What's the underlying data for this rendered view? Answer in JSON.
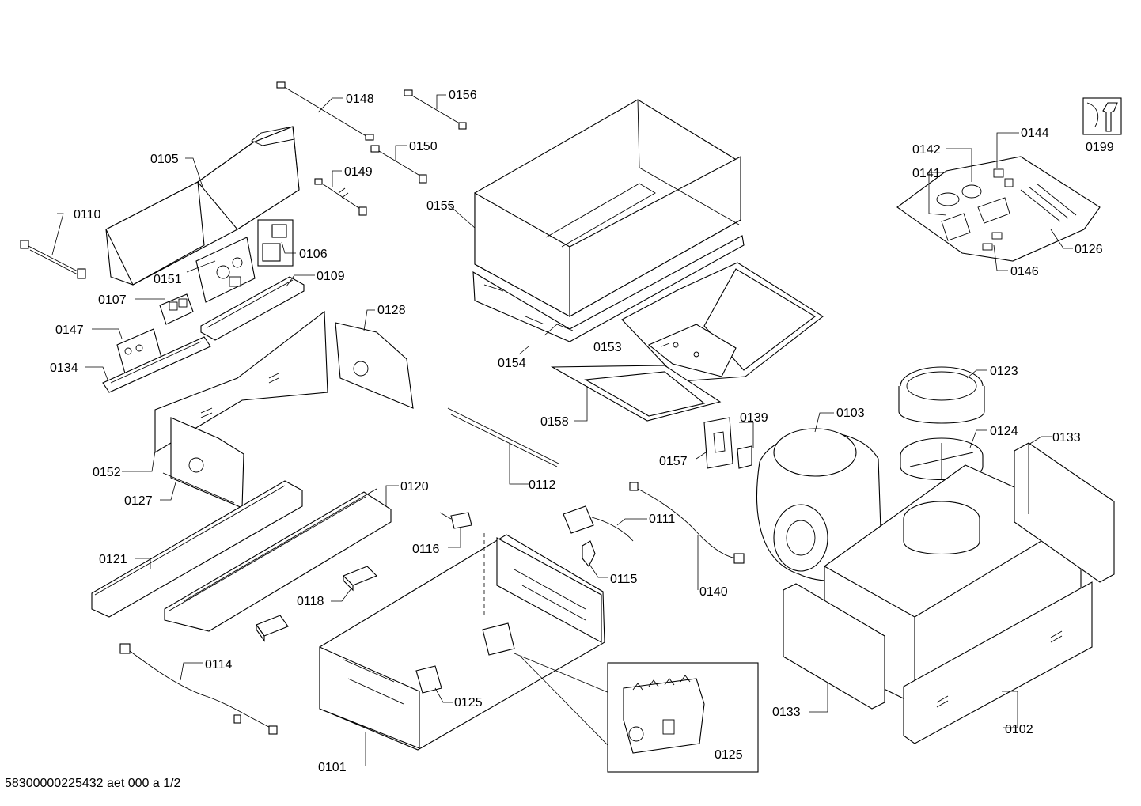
{
  "diagram": {
    "doc_id": "58300000225432 aet 000 a  1/2",
    "labels": {
      "p0101": "0101",
      "p0102": "0102",
      "p0103": "0103",
      "p0105": "0105",
      "p0106": "0106",
      "p0107": "0107",
      "p0109": "0109",
      "p0110": "0110",
      "p0111": "0111",
      "p0112": "0112",
      "p0114": "0114",
      "p0115": "0115",
      "p0116": "0116",
      "p0118": "0118",
      "p0120": "0120",
      "p0121": "0121",
      "p0123": "0123",
      "p0124": "0124",
      "p0125a": "0125",
      "p0125b": "0125",
      "p0126": "0126",
      "p0127": "0127",
      "p0128": "0128",
      "p0133a": "0133",
      "p0133b": "0133",
      "p0134": "0134",
      "p0139": "0139",
      "p0140": "0140",
      "p0141": "0141",
      "p0142": "0142",
      "p0144": "0144",
      "p0146": "0146",
      "p0147": "0147",
      "p0148": "0148",
      "p0149": "0149",
      "p0150": "0150",
      "p0151": "0151",
      "p0152": "0152",
      "p0153": "0153",
      "p0154": "0154",
      "p0155": "0155",
      "p0156": "0156",
      "p0157": "0157",
      "p0158": "0158",
      "p0199": "0199"
    },
    "icons": {
      "tool_kit": "wrench-icon"
    }
  }
}
